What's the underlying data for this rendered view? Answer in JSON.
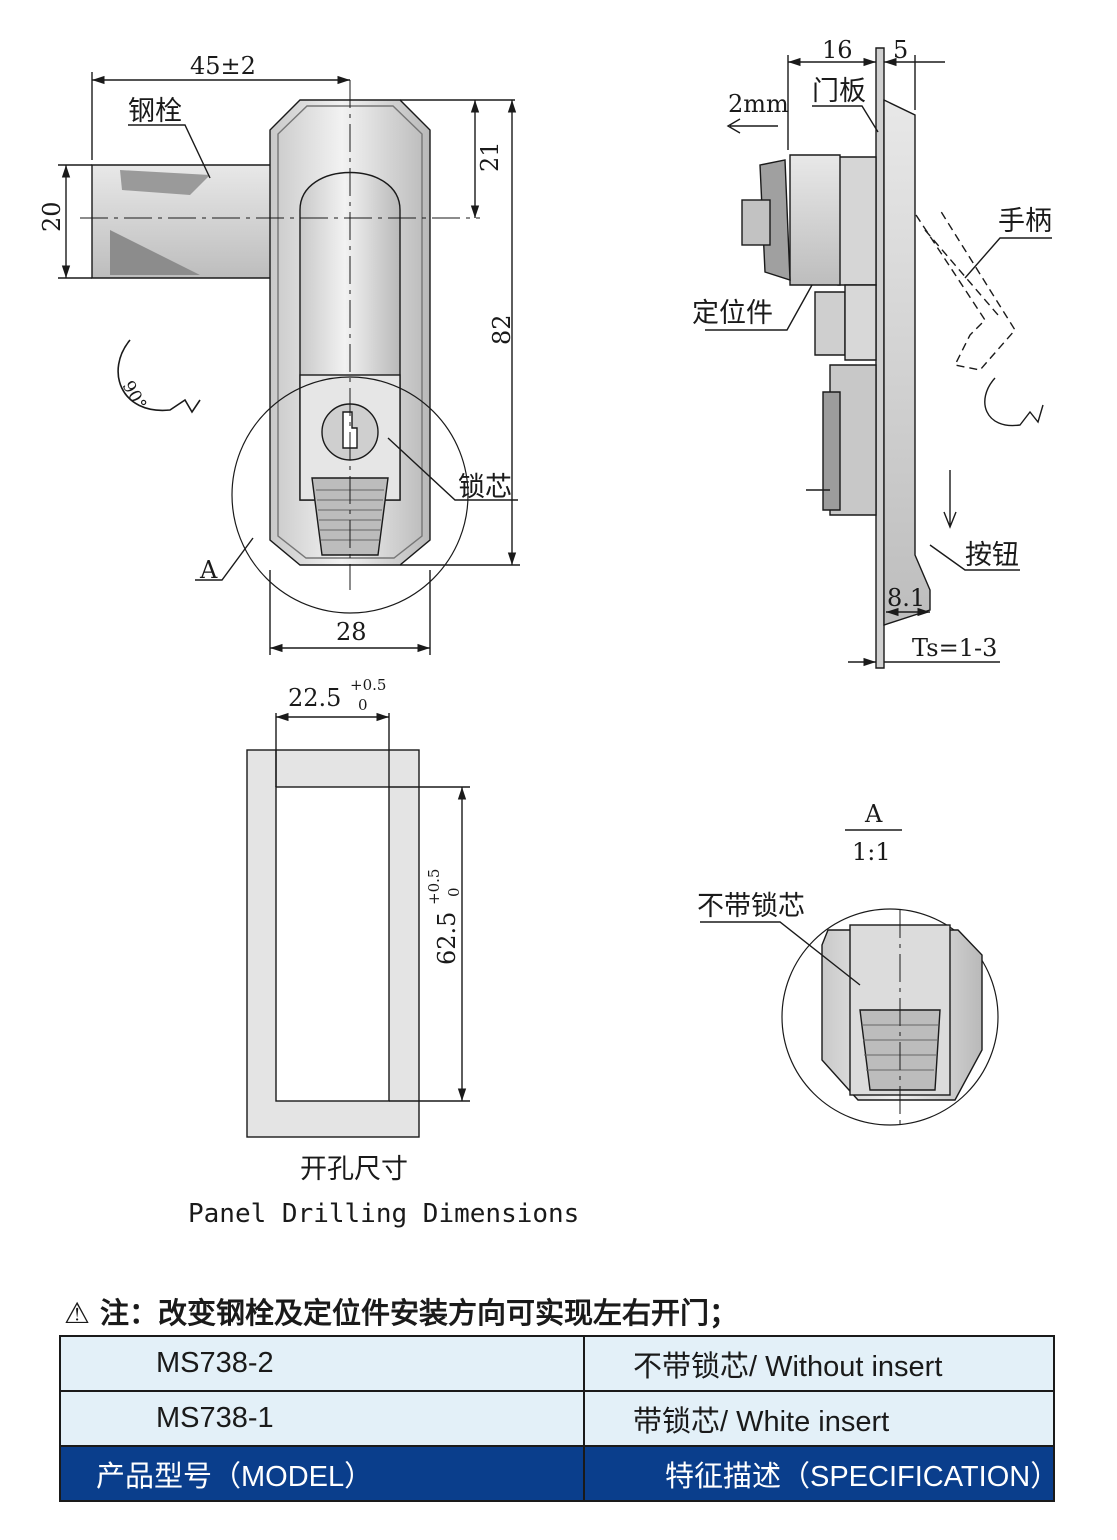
{
  "front_view": {
    "dim_width_total": "45±2",
    "dim_top_offset": "21",
    "dim_bolt_height": "20",
    "dim_height": "82",
    "dim_width": "28",
    "rotation": "90°",
    "label_bolt": "钢栓",
    "label_core": "锁芯",
    "detail_ref": "A"
  },
  "side_view": {
    "dim_depth": "16",
    "dim_panel": "5",
    "dim_travel": "2mm",
    "dim_button": "8.1",
    "dim_thickness": "Ts=1-3",
    "label_panel": "门板",
    "label_handle": "手柄",
    "label_locator": "定位件",
    "label_button": "按钮"
  },
  "drilling": {
    "dim_width": "22.5",
    "dim_width_tol_upper": "+0.5",
    "dim_width_tol_lower": "0",
    "dim_height": "62.5",
    "dim_height_tol_upper": "+0.5",
    "dim_height_tol_lower": "0",
    "title_cn": "开孔尺寸",
    "title_en": "Panel Drilling Dimensions"
  },
  "detail": {
    "ref": "A",
    "scale": "1:1",
    "label": "不带锁芯"
  },
  "note": {
    "icon": "warning-triangle-icon",
    "text": "注：改变钢栓及定位件安装方向可实现左右开门；"
  },
  "table": {
    "rows": [
      {
        "model": "MS738-2",
        "spec": "不带锁芯/ Without insert"
      },
      {
        "model": "MS738-1",
        "spec": "带锁芯/ White insert"
      }
    ],
    "header": {
      "model": "产品型号（MODEL）",
      "spec": "特征描述（SPECIFICATION）"
    }
  },
  "colors": {
    "header_bg": "#0a3e8c",
    "row_bg": "#e3f0f8",
    "part_fill": "#d9d9d9"
  }
}
